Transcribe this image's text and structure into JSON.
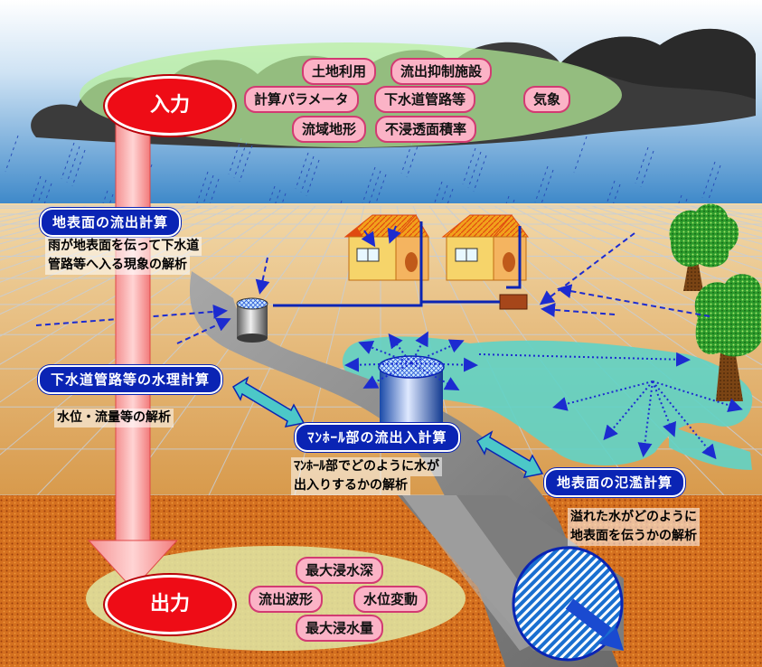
{
  "input": {
    "label": "入力",
    "items": [
      "土地利用",
      "流出抑制施設",
      "計算パラメータ",
      "下水道管路等",
      "気象",
      "流域地形",
      "不浸透面積率"
    ]
  },
  "output": {
    "label": "出力",
    "items": [
      "最大浸水深",
      "流出波形",
      "水位変動",
      "最大浸水量"
    ]
  },
  "steps": {
    "surface_runoff": {
      "title": "地表面の流出計算",
      "desc_line1": "雨が地表面を伝って下水道",
      "desc_line2": "管路等へ入る現象の解析"
    },
    "sewer_hydraulic": {
      "title": "下水道管路等の水理計算",
      "desc_line1": "水位・流量等の解析"
    },
    "manhole": {
      "title": "ﾏﾝﾎｰﾙ部の流出入計算",
      "desc_line1": "ﾏﾝﾎｰﾙ部でどのように水が",
      "desc_line2": "出入りするかの解析"
    },
    "overflow": {
      "title": "地表面の氾濫計算",
      "desc_line1": "溢れた水がどのように",
      "desc_line2": "地表面を伝うかの解析"
    }
  },
  "colors": {
    "sky": "#3a86c8",
    "cloud": "#3a3a3a",
    "ground": "#d9a35a",
    "soil": "#c8641a",
    "pipe": "#8c8c8c",
    "flood": "#5fd3c6",
    "label_bg": "#0a24b4",
    "input_oval": "#ee0c16",
    "pill": "#fbb3c6",
    "flow_arrow": "#1c2bd0"
  }
}
